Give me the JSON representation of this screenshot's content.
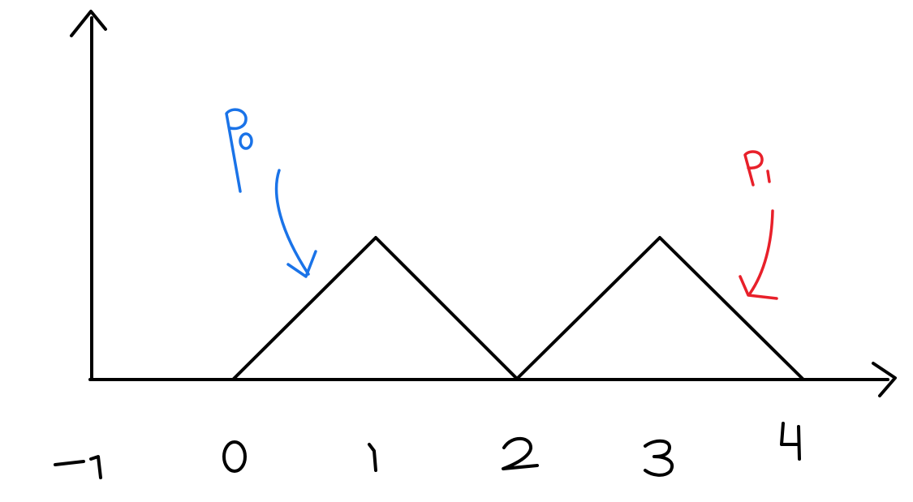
{
  "colors": {
    "ink": "#000000",
    "p0": "#1a73e8",
    "p1": "#e8202a",
    "background": "#ffffff"
  },
  "axis_ticks": [
    "-1",
    "0",
    "1",
    "2",
    "3",
    "4"
  ],
  "annotations": {
    "p0": {
      "label": "p",
      "subscript": "0"
    },
    "p1": {
      "label": "p",
      "subscript": "1"
    }
  },
  "hat_functions": [
    {
      "name": "p0",
      "support_start": 0,
      "peak": 1,
      "support_end": 2
    },
    {
      "name": "p1",
      "support_start": 2,
      "peak": 3,
      "support_end": 4
    }
  ]
}
